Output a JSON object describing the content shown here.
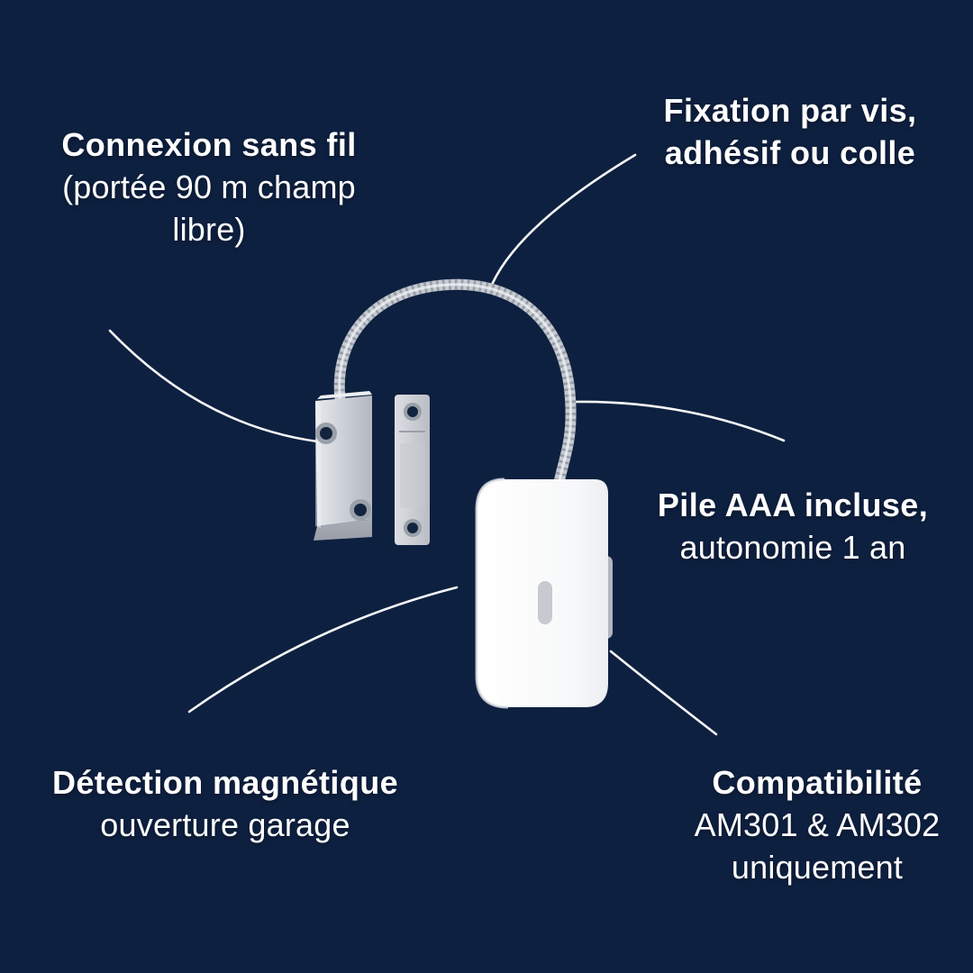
{
  "page": {
    "background_color": "#0e2040",
    "text_color": "#ffffff",
    "metal_color": "#c2c6cd",
    "device_color": "#f7f8fa",
    "connector_color": "#ffffff"
  },
  "callouts": {
    "top_left": {
      "title": "Connexion sans fil",
      "line1": "(portée 90 m champ",
      "line2": "libre)"
    },
    "top_right": {
      "title": "Fixation par vis,",
      "title2": "adhésif ou colle"
    },
    "mid_right": {
      "title": "Pile AAA incluse,",
      "line1": "autonomie 1 an"
    },
    "bottom_left": {
      "title": "Détection magnétique",
      "line1": "ouverture garage"
    },
    "bottom_right": {
      "title": "Compatibilité",
      "line1": "AM301 & AM302",
      "line2": "uniquement"
    }
  },
  "product": {
    "name": "wireless-garage-door-magnetic-sensor",
    "parts": [
      "sensor-hub",
      "gooseneck-cable",
      "wired-switch-bracket",
      "magnet-bar"
    ]
  }
}
